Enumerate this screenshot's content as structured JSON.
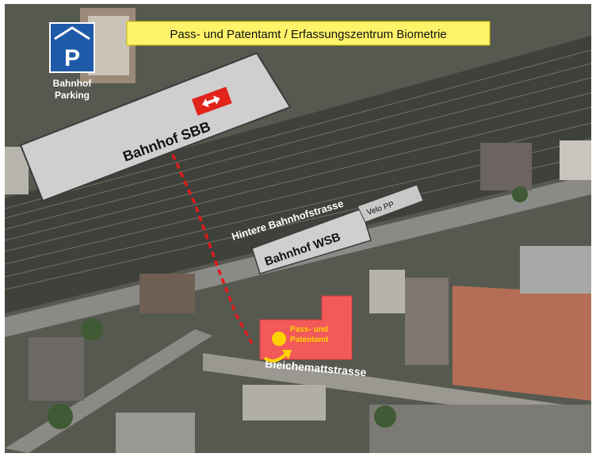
{
  "title": "Pass- und Patentamt / Erfassungszentrum Biometrie",
  "parking": {
    "icon": "parking-icon",
    "letter": "P",
    "line1": "Bahnhof",
    "line2": "Parking"
  },
  "stations": {
    "sbb": {
      "label": "Bahnhof  SBB",
      "logo": "sbb-logo-icon"
    },
    "wsb": {
      "label": "Bahnhof  WSB"
    }
  },
  "streets": {
    "hintere": "Hintere Bahnhofstrasse",
    "bleiche": "Bleichemattstrasse"
  },
  "velo": "Velo PP",
  "destination": {
    "line1": "Pass- und",
    "line2": "Patentamt",
    "marker": "location-dot-icon",
    "arrow": "curved-arrow-icon"
  },
  "colors": {
    "title_bg": "#fff36a",
    "parking_blue": "#1e5aa8",
    "sbb_red": "#e2231a",
    "destination_red": "#f25a5a",
    "marker_yellow": "#ffd200",
    "route_red": "#e01b1b",
    "station_fill": "#cfcfcf"
  }
}
